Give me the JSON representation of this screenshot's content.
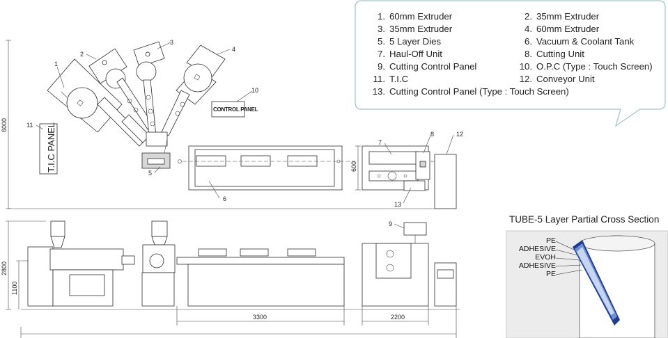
{
  "legend": {
    "items": [
      {
        "num": "1.",
        "text": "60mm Extruder"
      },
      {
        "num": "2.",
        "text": "35mm Extruder"
      },
      {
        "num": "3.",
        "text": "35mm Extruder"
      },
      {
        "num": "4.",
        "text": "60mm Extruder"
      },
      {
        "num": "5.",
        "text": "5 Layer Dies"
      },
      {
        "num": "6.",
        "text": "Vacuum & Coolant Tank"
      },
      {
        "num": "7.",
        "text": "Haul-Off Unit"
      },
      {
        "num": "8.",
        "text": "Cutting Unit"
      },
      {
        "num": "9.",
        "text": "Cutting Control Panel"
      },
      {
        "num": "10.",
        "text": "O.P.C (Type : Touch Screen)"
      },
      {
        "num": "11.",
        "text": "T.I.C"
      },
      {
        "num": "12.",
        "text": "Conveyor Unit"
      },
      {
        "num": "13.",
        "text": "Cutting Control Panel (Type : Touch Screen)"
      }
    ]
  },
  "plan_view": {
    "tic_panel_label": "T.I.C PANEL",
    "control_panel_label": "CONTROL PANEL",
    "dim_total_width": "6000",
    "dim_tank_width": "600",
    "callouts": [
      "1",
      "2",
      "3",
      "4",
      "5",
      "6",
      "7",
      "8",
      "10",
      "11",
      "12",
      "13"
    ]
  },
  "side_view": {
    "dim_height_total": "2800",
    "dim_height_axis": "1100",
    "dim_tank_length": "3300",
    "dim_haul_length": "2200",
    "callouts": [
      "9"
    ]
  },
  "cross_section": {
    "title": "TUBE-5 Layer Partial Cross Section",
    "layers": [
      "PE",
      "ADHESIVE",
      "EVOH",
      "ADHESIVE",
      "PE"
    ],
    "colors": {
      "outer": "#1f3a93",
      "mid": "#6d8fd6",
      "light": "#c7d5f1"
    }
  }
}
